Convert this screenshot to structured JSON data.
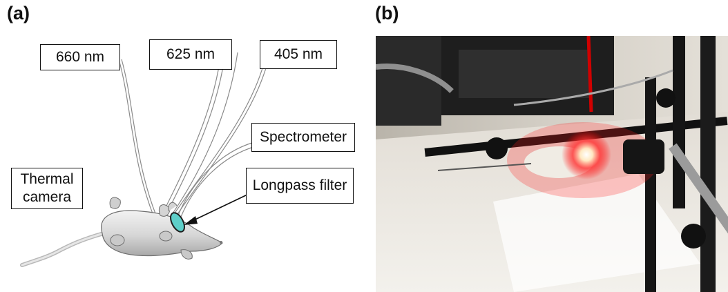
{
  "panels": {
    "a": "(a)",
    "b": "(b)"
  },
  "labels": {
    "nm660": "660 nm",
    "nm625": "625 nm",
    "nm405": "405 nm",
    "spectrometer": "Spectrometer",
    "longpass": "Longpass filter",
    "thermal_line1": "Thermal",
    "thermal_line2": "camera"
  },
  "colors": {
    "filter": "#5ecfc9",
    "mouse_body": "#d9d9d9",
    "red_light": "#ff2a2a"
  }
}
